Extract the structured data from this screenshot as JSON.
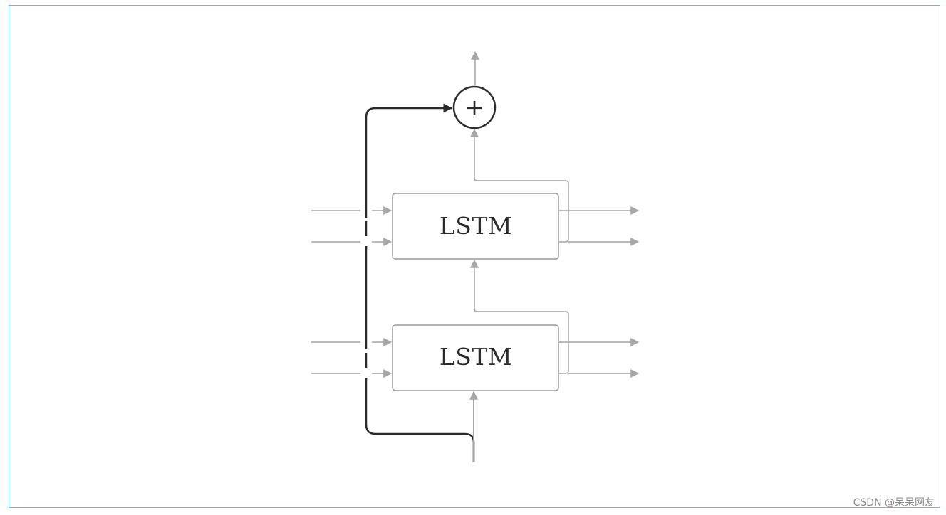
{
  "diagram": {
    "blocks": [
      {
        "id": "lstm-top",
        "label": "LSTM"
      },
      {
        "id": "lstm-bottom",
        "label": "LSTM"
      }
    ],
    "adder_symbol": "+",
    "colors": {
      "frame": "#5bc4d6",
      "gray_line": "#a6a6a6",
      "residual_line": "#2b2b2b",
      "box_border": "#9a9a9a"
    }
  },
  "watermark": "CSDN @呆呆网友"
}
